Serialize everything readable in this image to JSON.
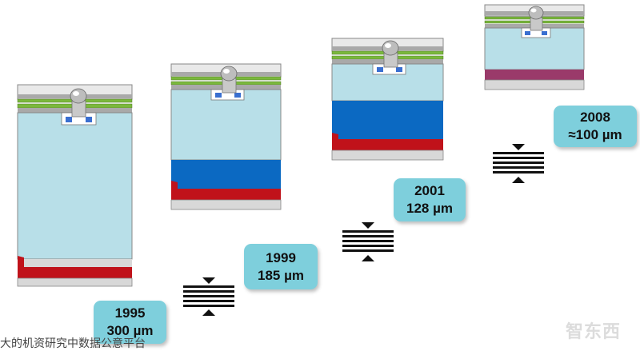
{
  "colors": {
    "substrate": "#b8dfe8",
    "buffer": "#0b69c2",
    "emitter": "#c0121a",
    "backside": "#d8d8d8",
    "field_stop_2008": "#9a3a6a",
    "top_gray": "#a9a9a9",
    "green_layer": "#7ab83c",
    "label_bg": "#7ecfdc"
  },
  "generations": [
    {
      "year": "1995",
      "thickness": "300 µm"
    },
    {
      "year": "1999",
      "thickness": "185 µm"
    },
    {
      "year": "2001",
      "thickness": "128 µm"
    },
    {
      "year": "2008",
      "thickness": "≈100 µm"
    }
  ],
  "caption": "大的机资研究中数据公意平台",
  "watermark": "智东西"
}
